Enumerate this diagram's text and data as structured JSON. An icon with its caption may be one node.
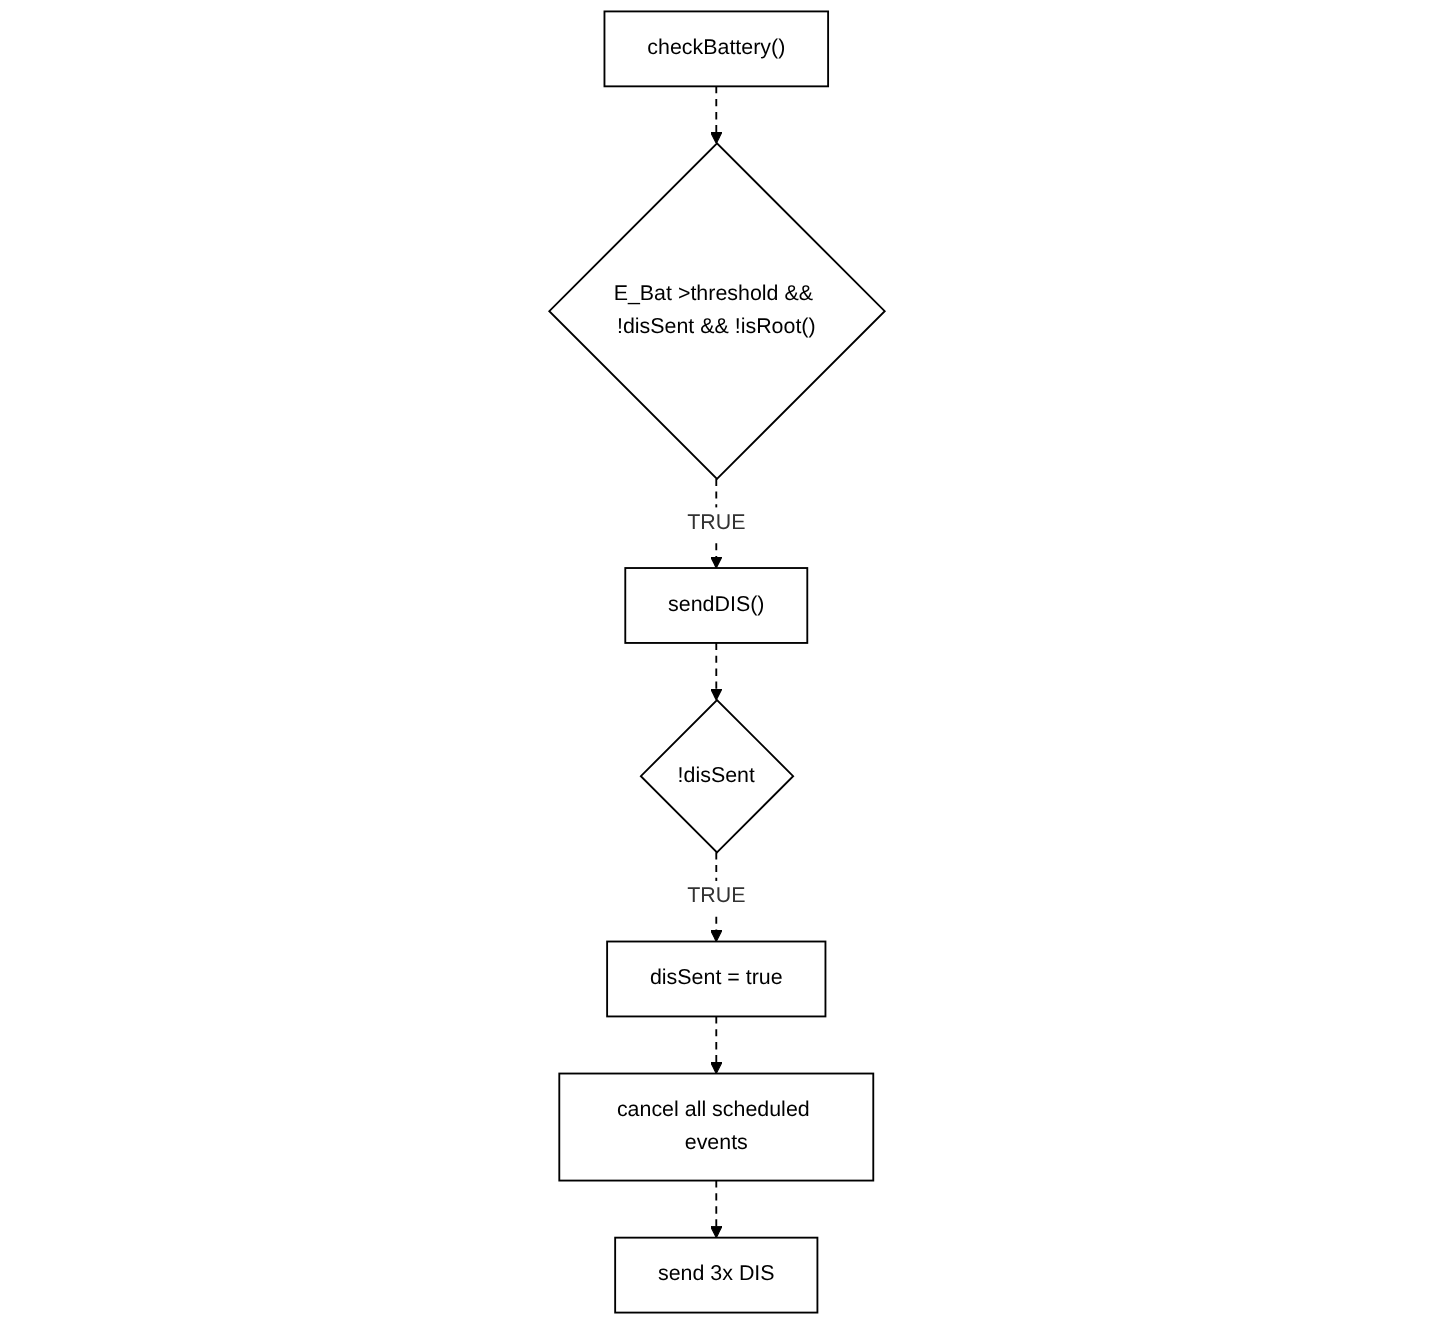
{
  "diagram": {
    "nodes": [
      {
        "text": [
          "checkBattery()"
        ]
      },
      {
        "text": [
          "E_Bat >threshold && !disSent && !isRoot()"
        ]
      },
      {
        "text": [
          "sendDIS()"
        ]
      },
      {
        "text": [
          "!disSent"
        ]
      },
      {
        "text": [
          "disSent = true"
        ]
      },
      {
        "text": [
          "cancel all scheduled events"
        ]
      },
      {
        "text": [
          "send 3x DIS"
        ]
      }
    ],
    "edges": [
      {
        "from": 0,
        "to": 1,
        "arrow": "to",
        "style": "dashed"
      },
      {
        "from": 1,
        "to": 2,
        "arrow": "to",
        "style": "dashed",
        "label": "TRUE"
      },
      {
        "from": 2,
        "to": 3,
        "arrow": "to",
        "style": "dashed"
      },
      {
        "from": 3,
        "to": 4,
        "arrow": "to",
        "style": "dashed",
        "label": "TRUE"
      },
      {
        "from": 4,
        "to": 5,
        "arrow": "to",
        "style": "dashed"
      },
      {
        "from": 5,
        "to": 6,
        "arrow": "to",
        "style": "dashed"
      }
    ]
  }
}
